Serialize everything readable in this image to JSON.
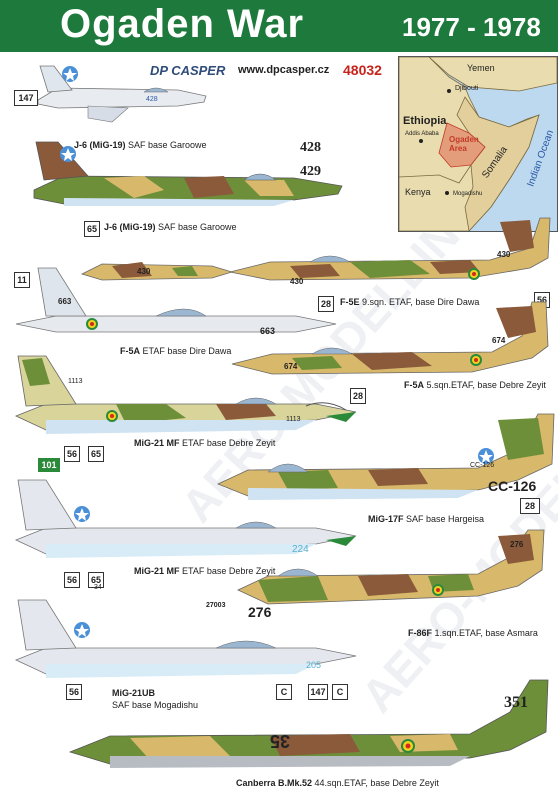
{
  "header": {
    "title": "Ogaden War",
    "years": "1977 - 1978",
    "brand": "DP CASPER",
    "url": "www.dpcasper.cz",
    "code": "48032"
  },
  "map": {
    "labels": {
      "yemen": "Yemen",
      "djibouti": "Djibouti",
      "ethiopia": "Ethiopia",
      "addis": "Addis Ababa",
      "ogaden": "Ogaden Area",
      "somalia": "Somalia",
      "kenya": "Kenya",
      "mogadishu": "Mogadishu",
      "ocean": "Indian Ocean"
    }
  },
  "aircraft": [
    {
      "id": "j6-a",
      "name": "J-6 (MiG-19)",
      "desc": " SAF  base Garoowe",
      "box": "147",
      "serial": "428"
    },
    {
      "id": "j6-b",
      "name": "J-6 (MiG-19)",
      "desc": " SAF base Garoowe",
      "box": "65",
      "serial": "429"
    },
    {
      "id": "f5e",
      "name": "F-5E",
      "desc": " 9.sqn. ETAF, base Dire Dawa",
      "box": "28",
      "box2": "56",
      "serial": "430"
    },
    {
      "id": "f5a-a",
      "name": "F-5A",
      "desc": " ETAF base Dire Dawa",
      "box": "11",
      "serial": "663"
    },
    {
      "id": "f5a-b",
      "name": "F-5A",
      "desc": " 5.sqn.ETAF, base Debre Zeyit",
      "box": "28",
      "serial": "674"
    },
    {
      "id": "mig21-a",
      "name": "MiG-21 MF",
      "desc": " ETAF base Debre Zeyit",
      "box": "56",
      "box2": "65",
      "serial": "1113"
    },
    {
      "id": "mig17",
      "name": "MiG-17F",
      "desc": " SAF  base Hargeisa",
      "box": "28",
      "serial": "CC-126"
    },
    {
      "id": "mig21-b",
      "name": "MiG-21 MF",
      "desc": " ETAF base Debre Zeyit",
      "box": "56",
      "box2": "65",
      "box2sub": "34",
      "gbox": "101",
      "serial": "224"
    },
    {
      "id": "f86",
      "name": "F-86F",
      "desc": " 1.sqn.ETAF, base Asmara",
      "box": "27003",
      "serial": "276"
    },
    {
      "id": "mig21ub",
      "name": "MiG-21UB",
      "desc": "SAF  base Mogadishu",
      "box": "56",
      "box2": "C",
      "box3": "147",
      "box4": "C",
      "serial": "205"
    },
    {
      "id": "canberra",
      "name": "Canberra B.Mk.52",
      "desc": "  44.sqn.ETAF, base Debre Zeyit",
      "serial": "351",
      "serial2": "35"
    }
  ],
  "colors": {
    "banner": "#1e7a3c",
    "sand": "#d8b86a",
    "brown": "#8a5a3a",
    "green": "#5e8a3a",
    "lightblue": "#cfe3f2",
    "silver": "#e4e8ee",
    "ethiopia_green": "#2a8a3a",
    "ethiopia_yellow": "#f2d21e",
    "ethiopia_red": "#d42a1e",
    "somalia_blue": "#4a90d9"
  },
  "watermark": "AERO-MODELLING"
}
